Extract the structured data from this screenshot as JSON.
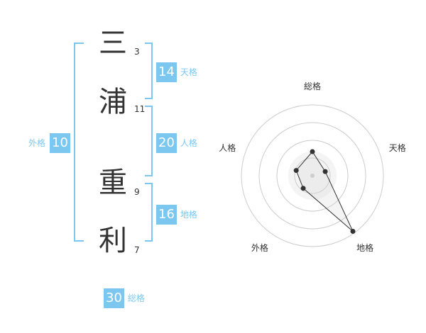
{
  "name": {
    "chars": [
      {
        "char": "三",
        "strokes": "3"
      },
      {
        "char": "浦",
        "strokes": "11"
      },
      {
        "char": "重",
        "strokes": "9"
      },
      {
        "char": "利",
        "strokes": "7"
      }
    ]
  },
  "scores": {
    "tenkaku": {
      "value": "14",
      "label": "天格"
    },
    "jinkaku": {
      "value": "20",
      "label": "人格"
    },
    "chikaku": {
      "value": "16",
      "label": "地格"
    },
    "gaikaku": {
      "value": "10",
      "label": "外格"
    },
    "soukaku": {
      "value": "30",
      "label": "総格"
    }
  },
  "colors": {
    "accent": "#7cc7f0",
    "text": "#333333",
    "ring": "#cccccc"
  },
  "chart_data": {
    "type": "radar",
    "axes": [
      "総格",
      "天格",
      "地格",
      "外格",
      "人格"
    ],
    "values": [
      0.34,
      0.19,
      0.97,
      0.22,
      0.24
    ],
    "rings": 4
  }
}
